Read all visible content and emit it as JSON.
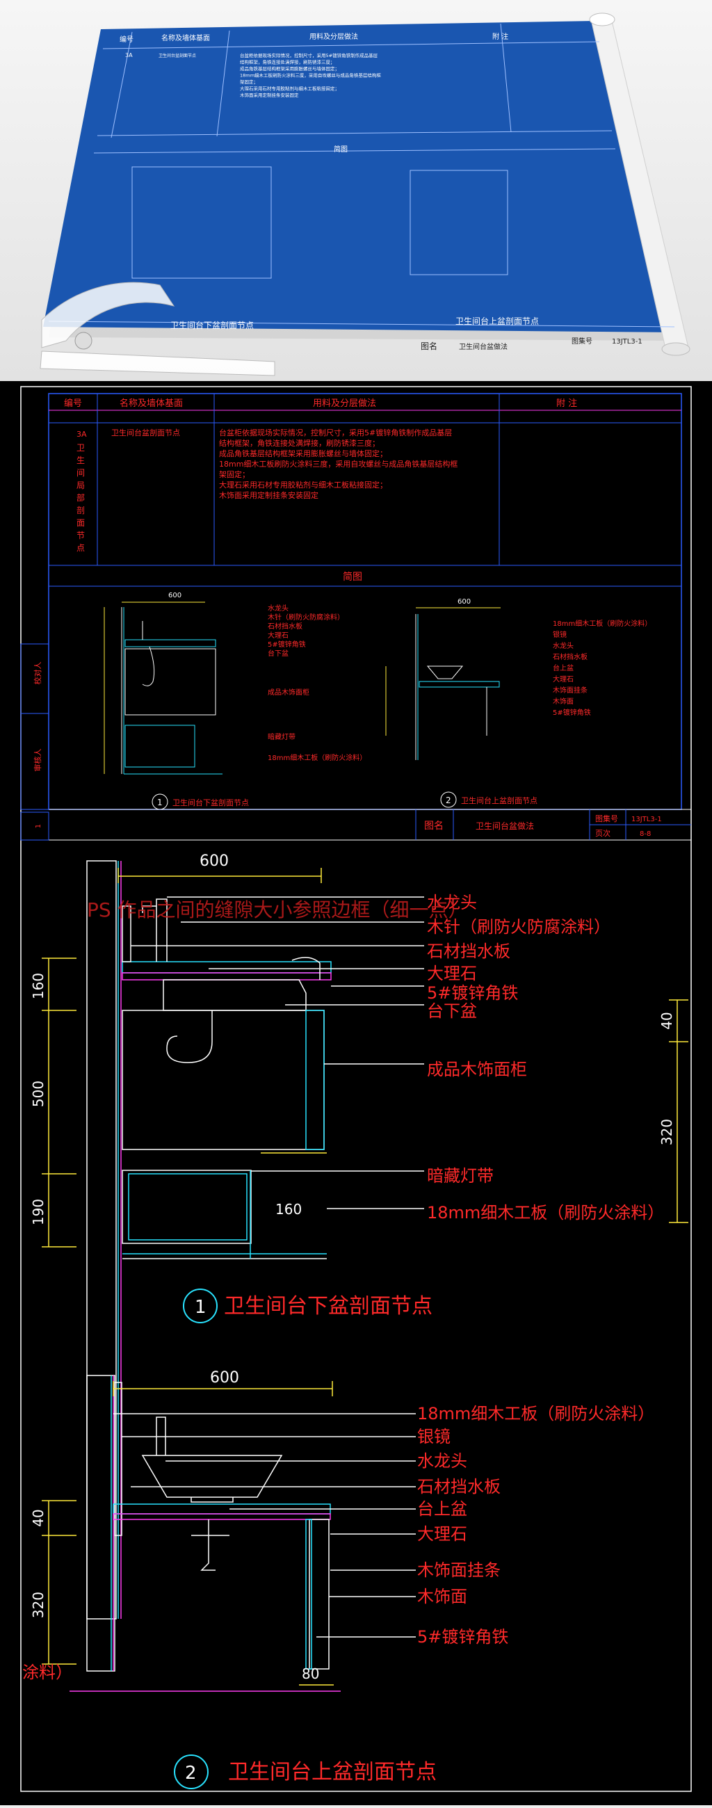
{
  "hero": {
    "col_no": "编号",
    "col_name": "名称及墙体基面",
    "col_method": "用料及分层做法",
    "col_note": "附 注",
    "row_code": "3A",
    "row_name_v": [
      "卫",
      "生",
      "间",
      "局",
      "部",
      "剖",
      "面",
      "节",
      "点"
    ],
    "row_name": "卫生间台盆剖面节点",
    "method_lines": [
      "台盆柜依据现场实际情况，控制尺寸，采用5#镀锌角铁制作成品基层",
      "结构框架，角铁连接处满焊接，刷防锈漆三度；",
      "成品角铁基层结构框架采用膨胀螺丝与墙体固定；",
      "18mm细木工板刷防火涂料三度，采用自攻螺丝与成品角铁基层结构框",
      "架固定；",
      "大理石采用石材专用胶粘剂与细木工板粘接固定；",
      "木饰面采用定制挂条安装固定"
    ],
    "section_title": "简图",
    "fig1_title": "卫生间台下盆剖面节点",
    "fig2_title": "卫生间台上盆剖面节点",
    "fig1_no": "1",
    "fig2_no": "2",
    "label_fig": "图名",
    "fig_name": "卫生间台盆做法",
    "label_atlas": "图集号",
    "atlas_no": "13JTL3-1",
    "label_page": "页次",
    "page_no": "8-8",
    "side_1": "校对人",
    "side_2": "审核人",
    "sheet_no": "1"
  },
  "drawing": {
    "dim_600": "600",
    "dim_160": "160",
    "dim_500": "500",
    "dim_190": "190",
    "dim_40": "40",
    "dim_320": "320",
    "dim_80": "80",
    "watermark": "PS 作品之间的缝隙大小参照边框（细一点）",
    "fig1_labels": [
      "水龙头",
      "木针（刷防火防腐涂料）",
      "石材挡水板",
      "大理石",
      "5#镀锌角铁",
      "台下盆",
      "成品木饰面柜",
      "暗藏灯带",
      "18mm细木工板（刷防火涂料）"
    ],
    "fig2_labels": [
      "18mm细木工板（刷防火涂料）",
      "银镜",
      "水龙头",
      "石材挡水板",
      "台上盆",
      "大理石",
      "木饰面挂条",
      "木饰面",
      "5#镀锌角铁"
    ],
    "cut_text": "涂料）"
  }
}
